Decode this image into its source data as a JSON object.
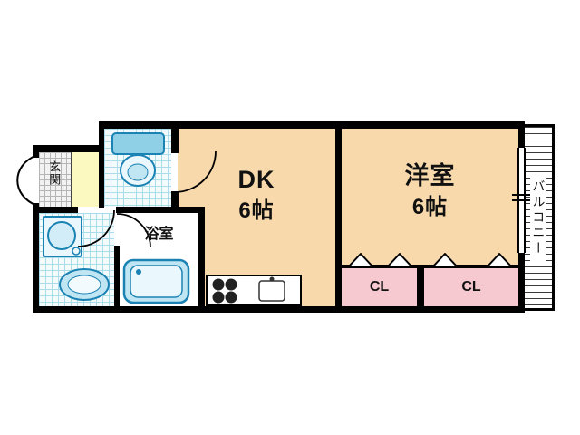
{
  "floor_plan": {
    "rooms": {
      "entrance": {
        "label": "玄関"
      },
      "bathroom": {
        "label": "浴室"
      },
      "dk": {
        "label": "DK",
        "size": "6帖"
      },
      "western_room": {
        "label": "洋室",
        "size": "6帖"
      },
      "closet_left": {
        "label": "CL"
      },
      "closet_right": {
        "label": "CL"
      },
      "balcony": {
        "label": "バルコニー"
      }
    },
    "icons": {
      "toilet": "toilet-icon",
      "washing_machine": "washing-machine-icon",
      "washbasin": "washbasin-icon",
      "bathtub": "bathtub-icon",
      "stove": "stove-icon",
      "kitchen_sink": "kitchen-sink-icon",
      "window": "window-icon",
      "closet_doors": "closet-door-triangles",
      "doors": "door-arc"
    },
    "colors": {
      "wall": "#000000",
      "room_fill": "#f7d9ab",
      "closet_fill": "#f6c8cf",
      "hall_fill": "#fcf9c0",
      "tile_line_blue": "#aadce9",
      "fixture_blue": "#1b82b4",
      "background": "#ffffff"
    }
  }
}
